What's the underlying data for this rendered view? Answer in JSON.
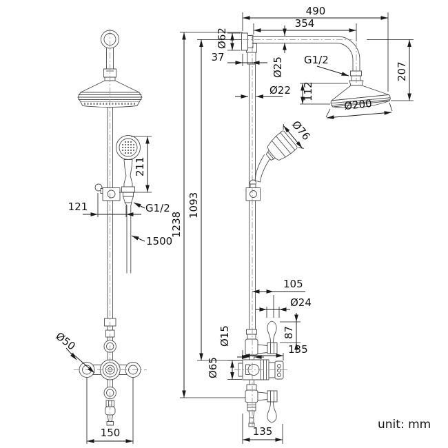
{
  "drawing": {
    "unit_label": "unit: mm",
    "ink_color": "#1a1a1a",
    "front_view": {
      "dim_hand_shower_length": "211",
      "dim_bracket_offset": "121",
      "thread_label": "G1/2",
      "hose_length": "1500",
      "dim_valve_flange": "Ø50",
      "dim_inlet_centers": "150"
    },
    "side_view": {
      "dim_reach": "490",
      "dim_arm_length": "354",
      "dim_wall_flange": "Ø62",
      "dim_wall_offset": "37",
      "dim_arm_tube": "Ø25",
      "thread_label": "G1/2",
      "dim_riser_tube": "Ø22",
      "dim_head_height": "112",
      "dim_head_diameter": "Ø200",
      "dim_head_drop": "207",
      "dim_hand_head_diameter": "Ø76",
      "dim_total_height": "1238",
      "dim_riser_height": "1093",
      "dim_handle_offset": "105",
      "dim_handle_diameter": "Ø24",
      "dim_handle_length": "87",
      "dim_valve_depth_top": "135",
      "dim_inlet_pipe": "Ø15",
      "dim_valve_body": "Ø65",
      "dim_valve_depth_bottom": "135"
    }
  }
}
